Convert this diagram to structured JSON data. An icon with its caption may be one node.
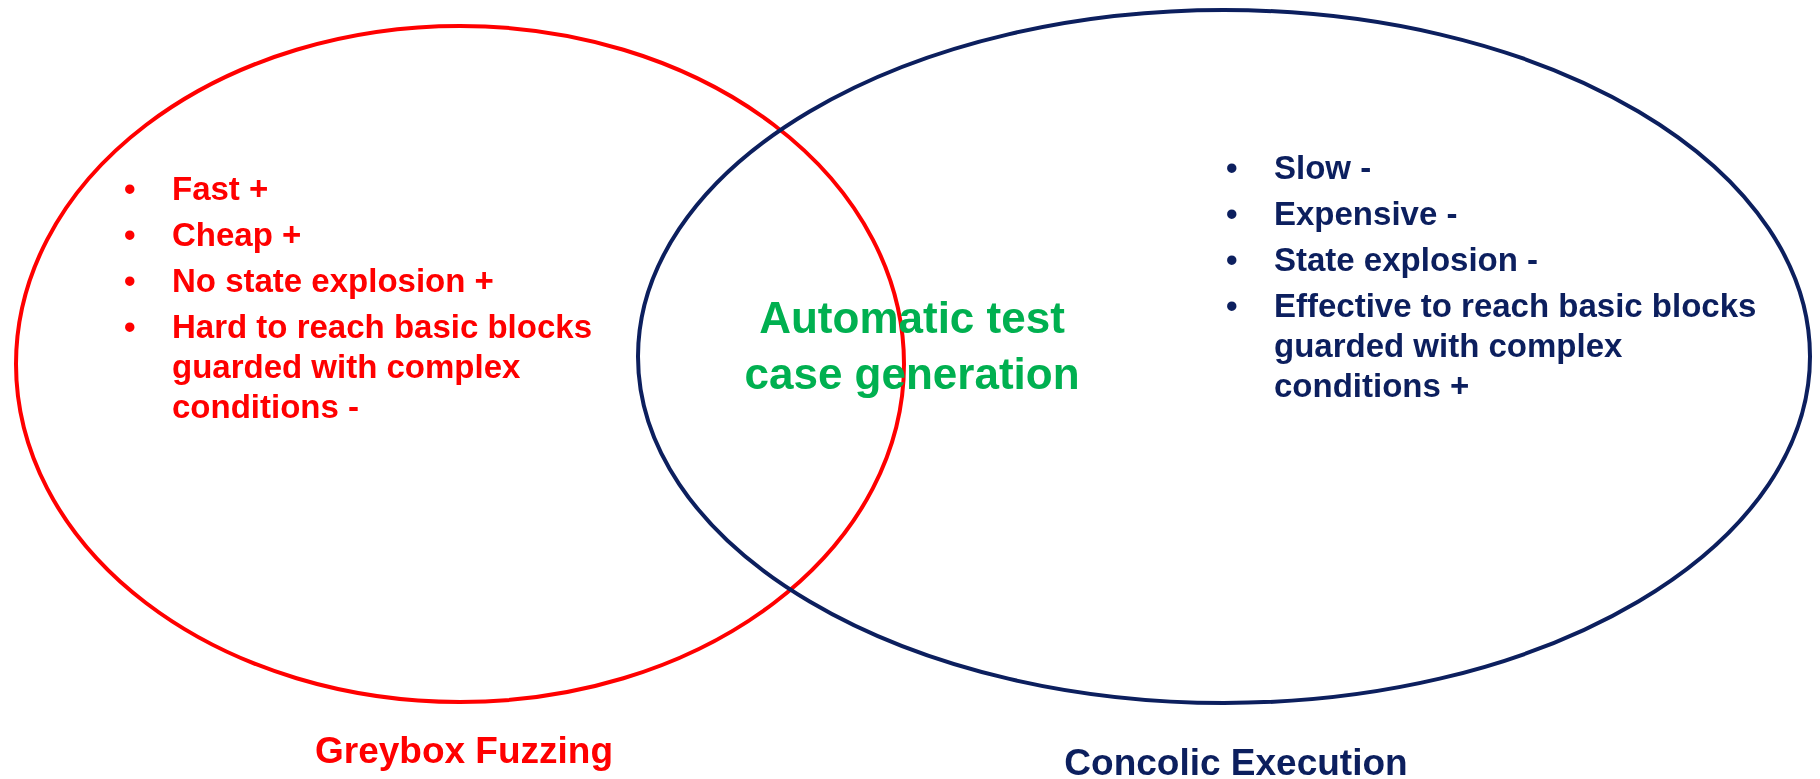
{
  "diagram": {
    "nodes": [
      {
        "text": [
          "• Fast +",
          "• Cheap +",
          "• No state explosion +",
          "• Hard to reach basic blocks guarded with complex conditions -",
          "Greybox Fuzzing"
        ]
      },
      {
        "text": [
          "• Slow -",
          "• Expensive -",
          "• State explosion -",
          "• Effective to reach basic blocks guarded with complex conditions +",
          "Concolic Execution"
        ]
      }
    ],
    "edges": [],
    "labels": [
      "Automatic test case generation"
    ]
  }
}
